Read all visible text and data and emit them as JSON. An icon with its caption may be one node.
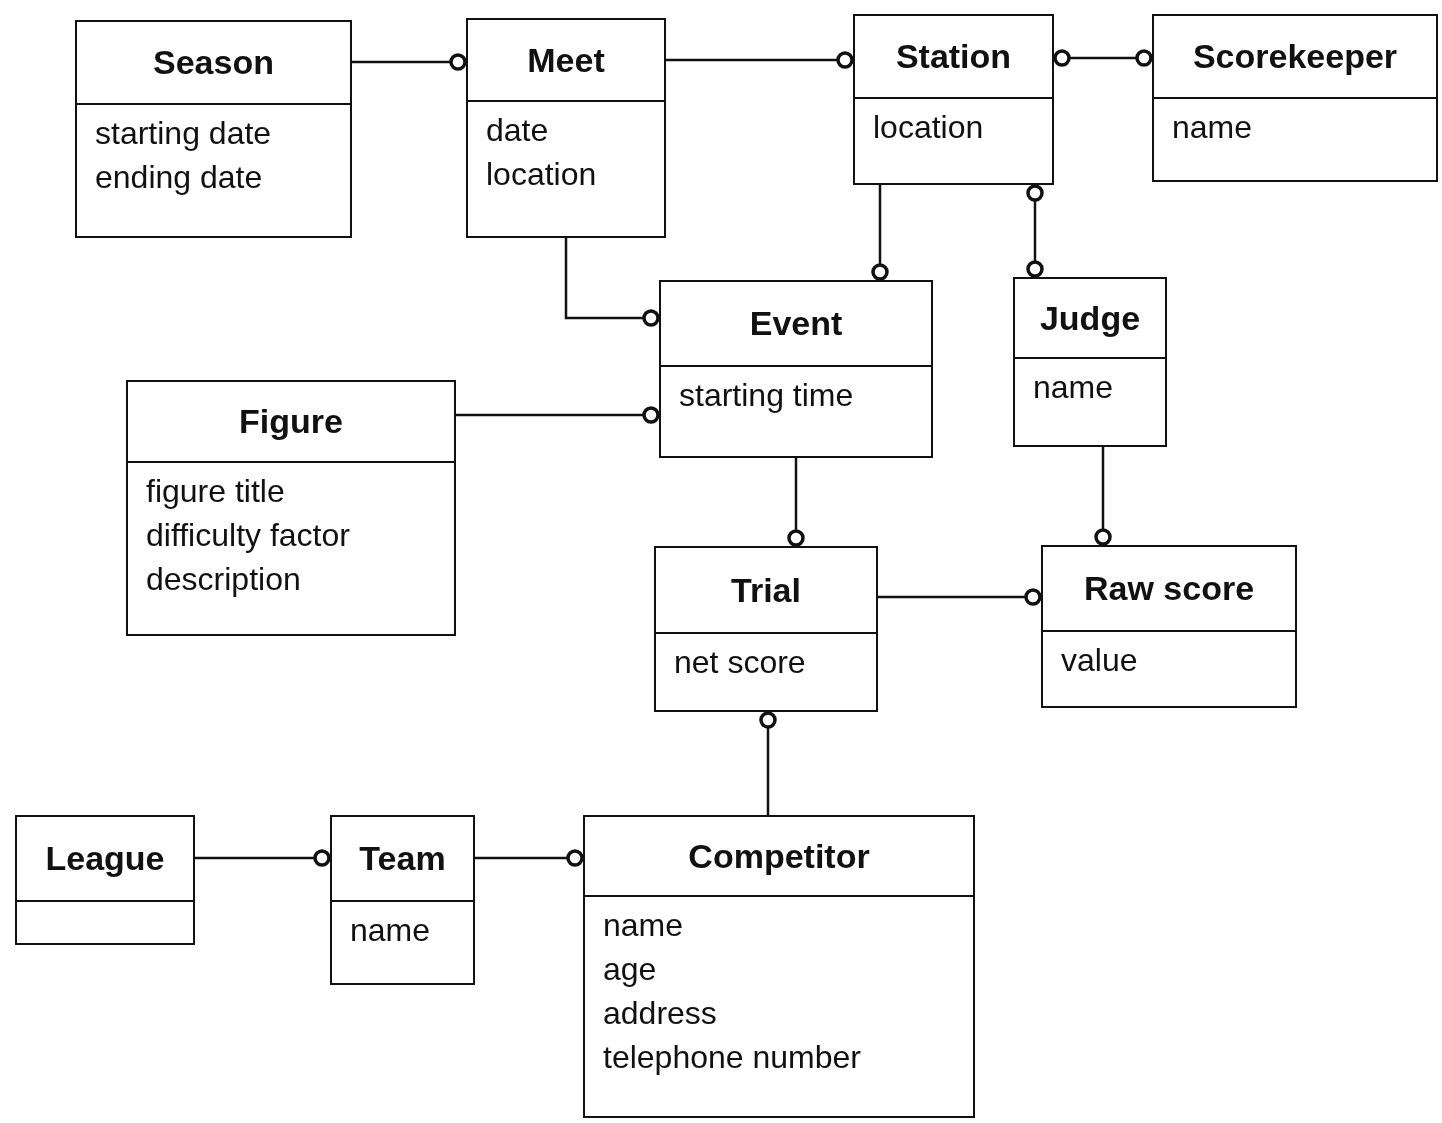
{
  "diagram": {
    "nodes": [
      {
        "text": [
          "Season",
          "starting date",
          "ending date"
        ]
      },
      {
        "text": [
          "Meet",
          "date",
          "location"
        ]
      },
      {
        "text": [
          "Station",
          "location"
        ]
      },
      {
        "text": [
          "Scorekeeper",
          "name"
        ]
      },
      {
        "text": [
          "Event",
          "starting time"
        ]
      },
      {
        "text": [
          "Judge",
          "name"
        ]
      },
      {
        "text": [
          "Figure",
          "figure title",
          "difficulty factor",
          "description"
        ]
      },
      {
        "text": [
          "Trial",
          "net score"
        ]
      },
      {
        "text": [
          "Raw score",
          "value"
        ]
      },
      {
        "text": [
          "League"
        ]
      },
      {
        "text": [
          "Team",
          "name"
        ]
      },
      {
        "text": [
          "Competitor",
          "name",
          "age",
          "address",
          "telephone number"
        ]
      }
    ],
    "edges": [
      {
        "from": 0,
        "to": 1,
        "arrow": "other"
      },
      {
        "from": 1,
        "to": 2,
        "arrow": "other"
      },
      {
        "from": 2,
        "to": 3,
        "arrow": "other"
      },
      {
        "from": 2,
        "to": 4,
        "arrow": "other"
      },
      {
        "from": 2,
        "to": 5,
        "arrow": "other"
      },
      {
        "from": 1,
        "to": 4,
        "arrow": "other"
      },
      {
        "from": 6,
        "to": 4,
        "arrow": "other"
      },
      {
        "from": 4,
        "to": 7,
        "arrow": "other"
      },
      {
        "from": 5,
        "to": 8,
        "arrow": "other"
      },
      {
        "from": 7,
        "to": 8,
        "arrow": "other"
      },
      {
        "from": 11,
        "to": 7,
        "arrow": "other"
      },
      {
        "from": 9,
        "to": 10,
        "arrow": "other"
      },
      {
        "from": 10,
        "to": 11,
        "arrow": "other"
      }
    ]
  }
}
